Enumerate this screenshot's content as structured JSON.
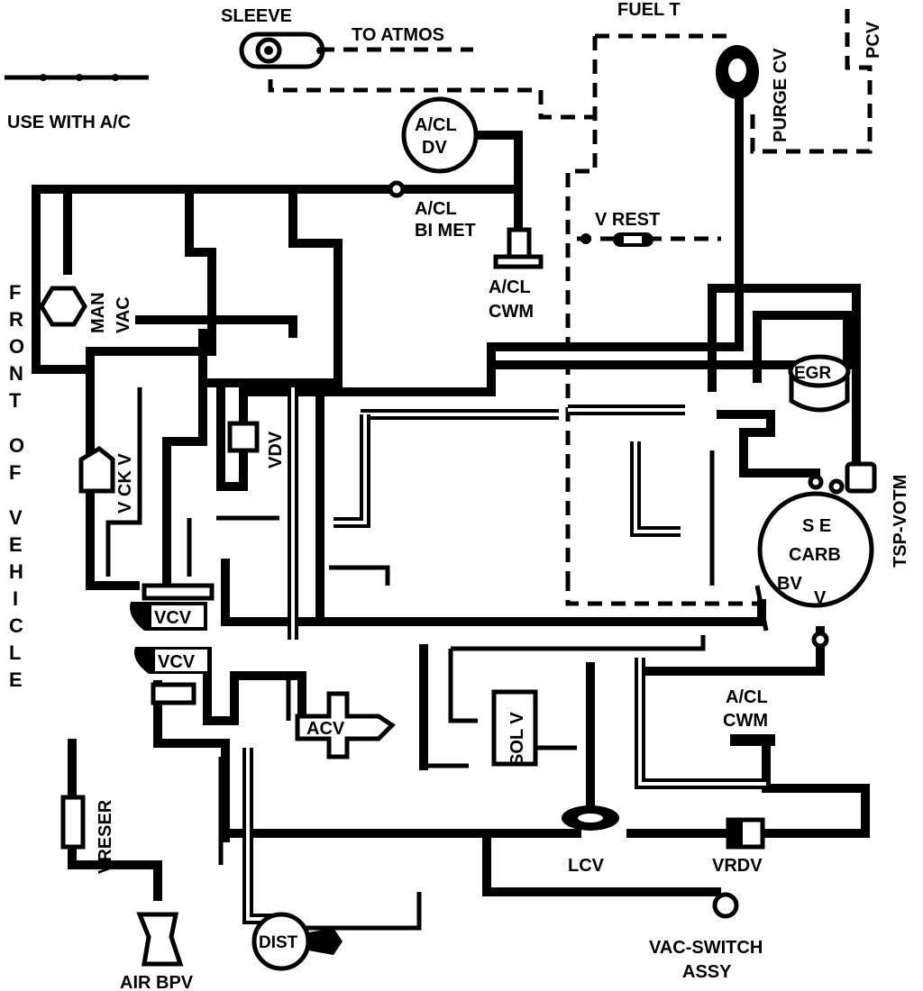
{
  "legend": {
    "label": "USE WITH A/C"
  },
  "vertical_label": "FRONT OF VEHICLE",
  "labels": {
    "sleeve": "SLEEVE",
    "to_atmos": "TO ATMOS",
    "fuel_t": "FUEL T",
    "a_cl_dv": [
      "A/CL",
      "DV"
    ],
    "a_cl_bi_met": [
      "A/CL",
      "BI MET"
    ],
    "a_cl_cwm_top": [
      "A/CL",
      "CWM"
    ],
    "v_rest": "V REST",
    "man_vac": [
      "MAN",
      "VAC"
    ],
    "v_ck_v": "V CK V",
    "vdv": "VDV",
    "vcv_upper": "VCV",
    "vcv_lower": "VCV",
    "acv": "ACV",
    "vreser": "VRESER",
    "air_bpv": "AIR BPV",
    "dist": "DIST",
    "sol_v": "SOL V",
    "lcv": "LCV",
    "vrdv": "VRDV",
    "a_cl_cwm_lower": [
      "A/CL",
      "CWM"
    ],
    "vac_switch": [
      "VAC-SWITCH",
      "ASSY"
    ],
    "carb_se": "S E",
    "carb": "CARB",
    "carb_bv": "BV",
    "carb_v": "V",
    "egr": "EGR",
    "tsp_votm": "TSP-VOTM",
    "purge_cv": "PURGE CV",
    "pcv": "PCV"
  }
}
